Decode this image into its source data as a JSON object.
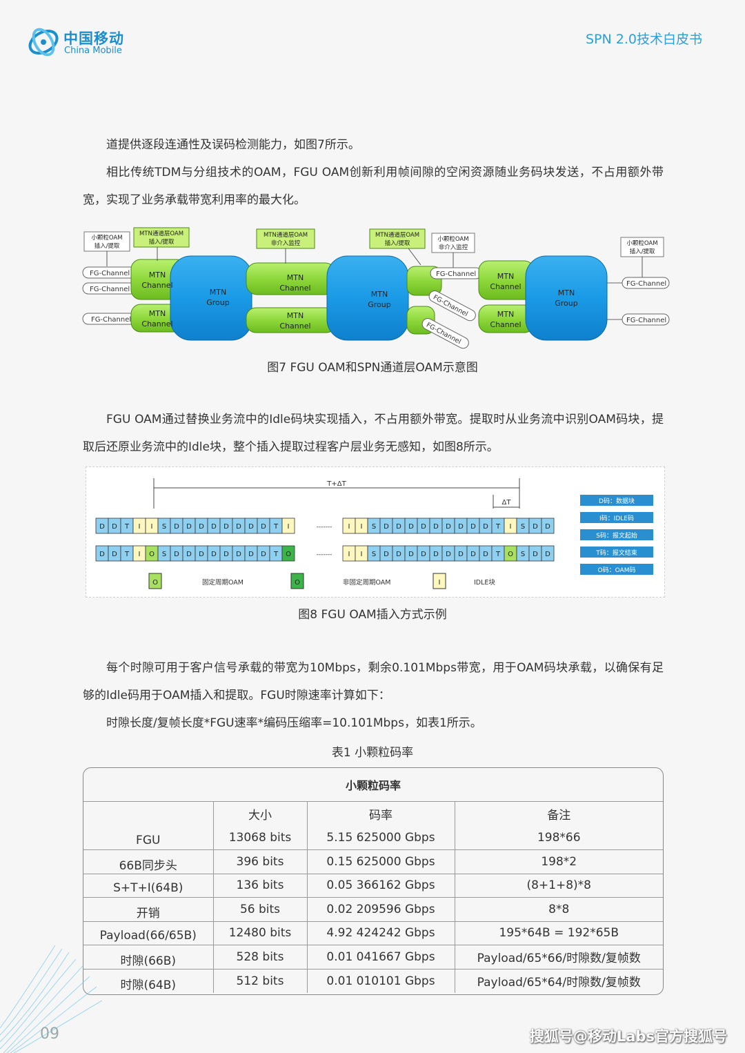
{
  "header": {
    "logo_cn": "中国移动",
    "logo_en": "China Mobile",
    "doc_title": "SPN 2.0技术白皮书"
  },
  "paragraph1": [
    "道提供逐段连通性及误码检测能力，如图7所示。",
    "相比传统TDM与分组技术的OAM，FGU OAM创新利用帧间隙的空闲资源随业务码块发送，不占用额外带宽，实现了业务承载带宽利用率的最大化。"
  ],
  "figure7": {
    "caption": "图7 FGU OAM和SPN通道层OAM示意图",
    "labels": {
      "box_small_oam_insert": [
        "小颗粒OAM",
        "插入/提取"
      ],
      "box_mtn_insert1": [
        "MTN通道层OAM",
        "插入/提取"
      ],
      "box_mtn_nonintrusive": [
        "MTN通道层OAM",
        "非介入监控"
      ],
      "box_mtn_insert2": [
        "MTN通道层OAM",
        "插入/提取"
      ],
      "box_small_oam_monitor": [
        "小颗粒OAM",
        "非介入监控"
      ],
      "box_small_oam_insert2": [
        "小颗粒OAM",
        "插入/提取"
      ],
      "fg_channel": "FG-Channel",
      "mtn_channel": [
        "MTN",
        "Channel"
      ],
      "mtn_group": [
        "MTN",
        "Group"
      ]
    }
  },
  "paragraph2": [
    "FGU OAM通过替换业务流中的Idle码块实现插入，不占用额外带宽。提取时从业务流中识别OAM码块，提取后还原业务流中的Idle块，整个插入提取过程客户层业务无感知，如图8所示。"
  ],
  "figure8": {
    "caption": "图8  FGU OAM插入方式示例",
    "period_label": "T+ΔT",
    "delta_label": "ΔT",
    "ellipsis": "-------",
    "row1_left": [
      "D",
      "D",
      "T",
      "I",
      "I",
      "S",
      "D",
      "D",
      "D",
      "D",
      "D",
      "D",
      "D",
      "D",
      "T",
      "I"
    ],
    "row1_right": [
      "I",
      "I",
      "S",
      "D",
      "D",
      "D",
      "D",
      "D",
      "D",
      "D",
      "D",
      "D",
      "T",
      "I",
      "S",
      "D",
      "D"
    ],
    "row2_left": [
      "D",
      "D",
      "T",
      "I",
      "O",
      "S",
      "D",
      "D",
      "D",
      "D",
      "D",
      "D",
      "D",
      "D",
      "T",
      "O"
    ],
    "row2_right": [
      "I",
      "I",
      "S",
      "D",
      "D",
      "D",
      "D",
      "D",
      "D",
      "D",
      "D",
      "D",
      "T",
      "O",
      "S",
      "D",
      "D"
    ],
    "legend_right": [
      "D码：数据块",
      "I码：IDLE码",
      "S码：报文起始",
      "T码：报文结束",
      "O码：OAM码"
    ],
    "legend_bottom": {
      "fixed_symbol": "O",
      "fixed_label": "固定周期OAM",
      "nonfixed_symbol": "O",
      "nonfixed_label": "非固定周期OAM",
      "idle_symbol": "I",
      "idle_label": "IDLE块"
    },
    "colors": {
      "d_block": "#8fd0f0",
      "s_block": "#8fd0f0",
      "t_block": "#8fd0f0",
      "i_block": "#fff7c0",
      "o_fixed": "#a8e060",
      "o_nonfixed": "#3cb44a",
      "legend_bg": "#2a8fd0"
    }
  },
  "paragraph3": [
    "每个时隙可用于客户信号承载的带宽为10Mbps，剩余0.101Mbps带宽，用于OAM码块承载，以确保有足够的Idle码用于OAM插入和提取。FGU时隙速率计算如下：",
    "时隙长度/复帧长度*FGU速率*编码压缩率=10.101Mbps，如表1所示。"
  ],
  "table": {
    "caption": "表1  小颗粒码率",
    "title": "小颗粒码率",
    "columns": [
      "",
      "大小",
      "码率",
      "备注"
    ],
    "rows": [
      [
        "FGU",
        "13068 bits",
        "5.15 625000 Gbps",
        "198*66"
      ],
      [
        "66B同步头",
        "396 bits",
        "0.15 625000 Gbps",
        "198*2"
      ],
      [
        "S+T+I(64B)",
        "136 bits",
        "0.05 366162 Gbps",
        "(8+1+8)*8"
      ],
      [
        "开销",
        "56 bits",
        "0.02 209596 Gbps",
        "8*8"
      ],
      [
        "Payload(66/65B)",
        "12480 bits",
        "4.92 424242 Gbps",
        "195*64B = 192*65B"
      ],
      [
        "时隙(66B)",
        "528 bits",
        "0.01 041667 Gbps",
        "Payload/65*66/时隙数/复帧数"
      ],
      [
        "时隙(64B)",
        "512 bits",
        "0.01 010101 Gbps",
        "Payload/65*64/时隙数/复帧数"
      ]
    ]
  },
  "footer": {
    "page_number": "09",
    "watermark": "搜狐号@移动Labs官方搜狐号"
  }
}
